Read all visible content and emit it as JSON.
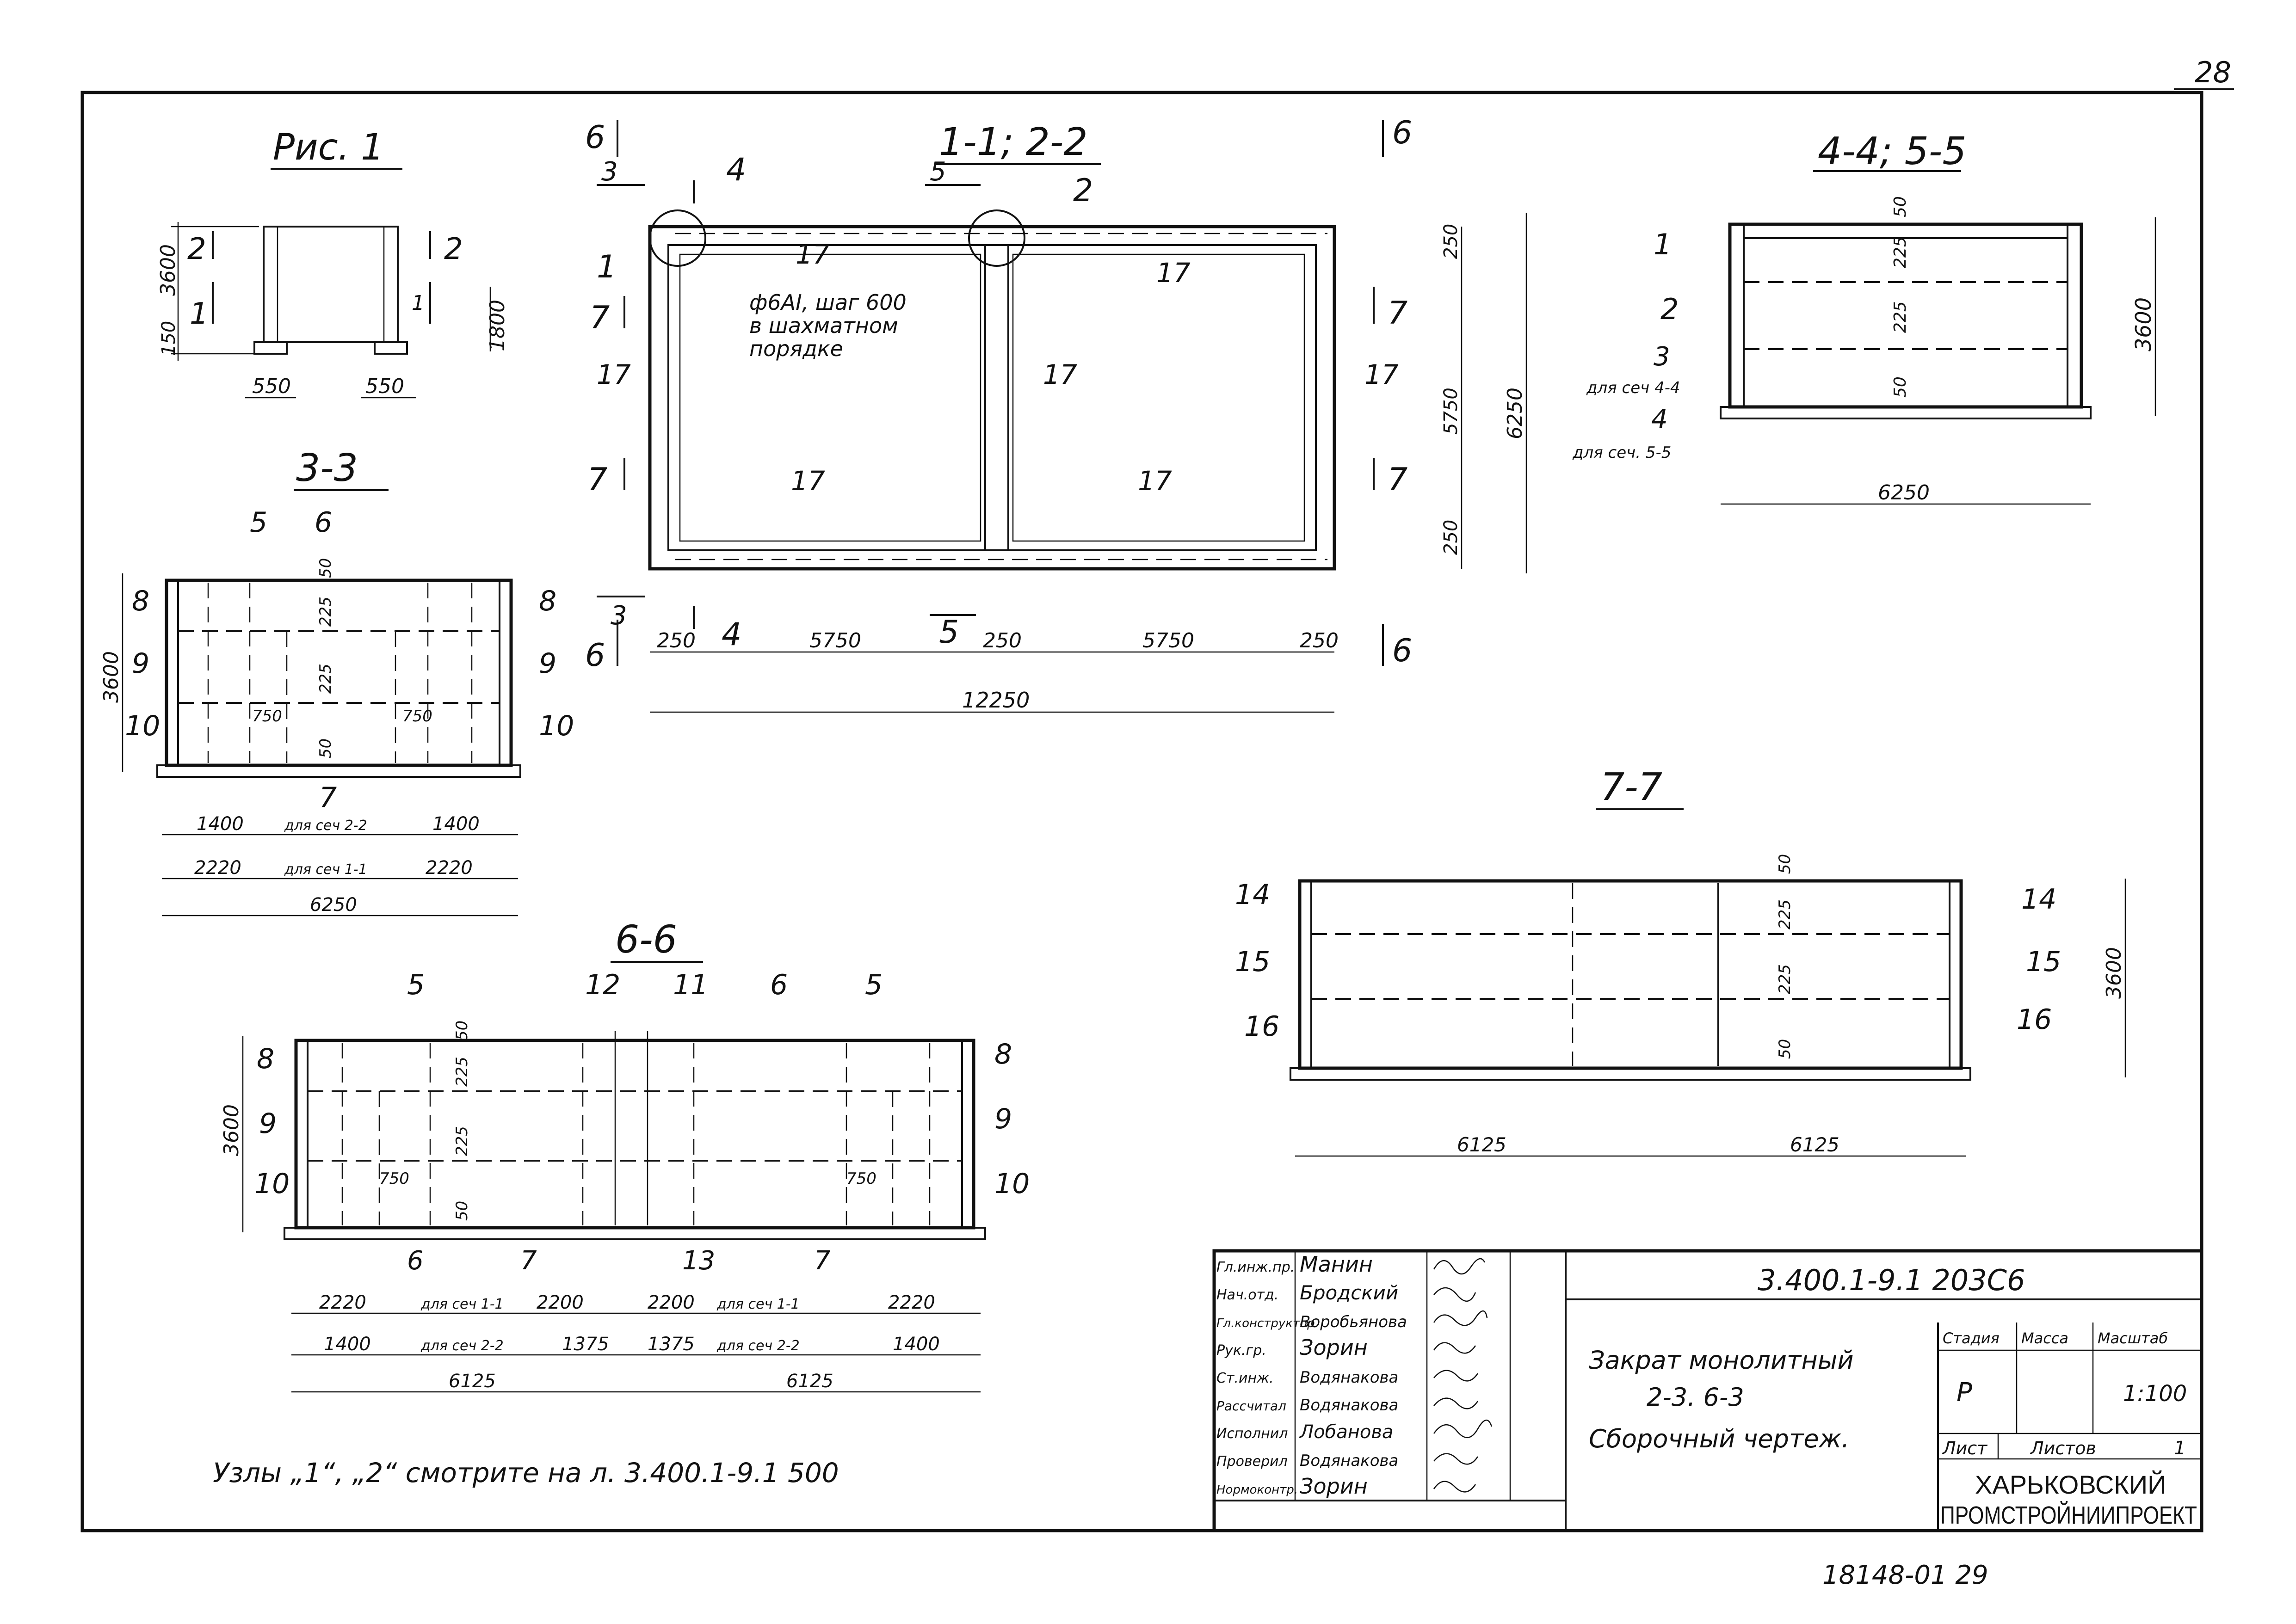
{
  "sheet_no": "28",
  "bottom_ref": "18148-01  29",
  "fig1": {
    "title": "Рис. 1",
    "mark1": "1",
    "mark2": "2",
    "mark1b": "1",
    "mark2b": "2",
    "dim_3600": "3600",
    "dim_150": "150",
    "dim_1800": "1800",
    "dim_550a": "550",
    "dim_550b": "550"
  },
  "plan": {
    "title": "1-1; 2-2",
    "cut6a": "6",
    "cut6b": "6",
    "cut6c": "6",
    "cut6d": "6",
    "cut3a": "3",
    "cut3b": "3",
    "cut4a": "4",
    "cut4b": "4",
    "cut5a": "5",
    "cut5b": "5",
    "cut7a": "7",
    "cut7b": "7",
    "cut7c": "7",
    "cut7d": "7",
    "node1": "1",
    "node2": "2",
    "pos17": "17",
    "note_l1": "ф6АI, шаг 600",
    "note_l2": "в шахматном",
    "note_l3": "порядке",
    "dims_bottom": [
      "250",
      "5750",
      "250",
      "5750",
      "250"
    ],
    "dim_total": "12250",
    "dims_right": [
      "250",
      "5750",
      "250"
    ],
    "dim_right_total": "6250"
  },
  "sec44": {
    "title": "4-4; 5-5",
    "p1": "1",
    "p2": "2",
    "p3": "3",
    "p3_note": "для сеч 4-4",
    "p4": "4",
    "p4_note": "для сеч. 5-5",
    "d50a": "50",
    "d225a": "225",
    "d225b": "225",
    "d50b": "50",
    "height": "3600",
    "width": "6250"
  },
  "sec33": {
    "title": "3-3",
    "p5": "5",
    "p6": "6",
    "p7": "7",
    "p8l": "8",
    "p8r": "8",
    "p9l": "9",
    "p9r": "9",
    "p10l": "10",
    "p10r": "10",
    "d50": "50",
    "d225a": "225",
    "d225b": "225",
    "d50b": "50",
    "d750a": "750",
    "d750b": "750",
    "height": "3600",
    "row1": [
      "1400",
      "для сеч 2-2",
      "1400"
    ],
    "row2": [
      "2220",
      "для сеч 1-1",
      "2220"
    ],
    "width": "6250"
  },
  "sec66": {
    "title": "6-6",
    "p5l": "5",
    "p12": "12",
    "p11": "11",
    "p6": "6",
    "p5r": "5",
    "p8l": "8",
    "p8r": "8",
    "p9l": "9",
    "p9r": "9",
    "p10l": "10",
    "p10r": "10",
    "p6b": "6",
    "p7a": "7",
    "p13": "13",
    "p7b": "7",
    "d50": "50",
    "d225a": "225",
    "d225b": "225",
    "d50b": "50",
    "d750a": "750",
    "d750b": "750",
    "height": "3600",
    "row1": [
      "2220",
      "для сеч 1-1",
      "2200",
      "2200",
      "для сеч 1-1",
      "2220"
    ],
    "row2": [
      "1400",
      "для сеч 2-2",
      "1375",
      "1375",
      "для сеч 2-2",
      "1400"
    ],
    "half": [
      "6125",
      "6125"
    ]
  },
  "sec77": {
    "title": "7-7",
    "p14l": "14",
    "p15l": "15",
    "p16l": "16",
    "p14r": "14",
    "p15r": "15",
    "p16r": "16",
    "d50": "50",
    "d225a": "225",
    "d225b": "225",
    "d50b": "50",
    "height": "3600",
    "half": [
      "6125",
      "6125"
    ]
  },
  "note": "Узлы „1“, „2“ смотрите на л. 3.400.1-9.1 500",
  "stamp": {
    "roles": [
      "Гл.инж.пр.",
      "Нач.отд.",
      "Гл.конструктор",
      "Рук.гр.",
      "Ст.инж.",
      "Рассчитал",
      "Исполнил",
      "Проверил",
      "Нормоконтр."
    ],
    "names": [
      "Манин",
      "Бродский",
      "Воробьянова",
      "Зорин",
      "Водянакова",
      "Водянакова",
      "Лобанова",
      "Водянакова",
      "Зорин"
    ],
    "doc_code": "3.400.1-9.1  203С6",
    "title1": "Закрат монолитный",
    "title2": "2-3. 6-3",
    "title3": "Сборочный чертеж.",
    "col_stage": "Стадия",
    "col_mass": "Масса",
    "col_scale": "Масштаб",
    "stage": "Р",
    "scale": "1:100",
    "sheet_label": "Лист",
    "sheets_label": "Листов",
    "sheets_val": "1",
    "org1": "ХАРЬКОВСКИЙ",
    "org2": "ПРОМСТРОЙНИИПРОЕКТ"
  }
}
